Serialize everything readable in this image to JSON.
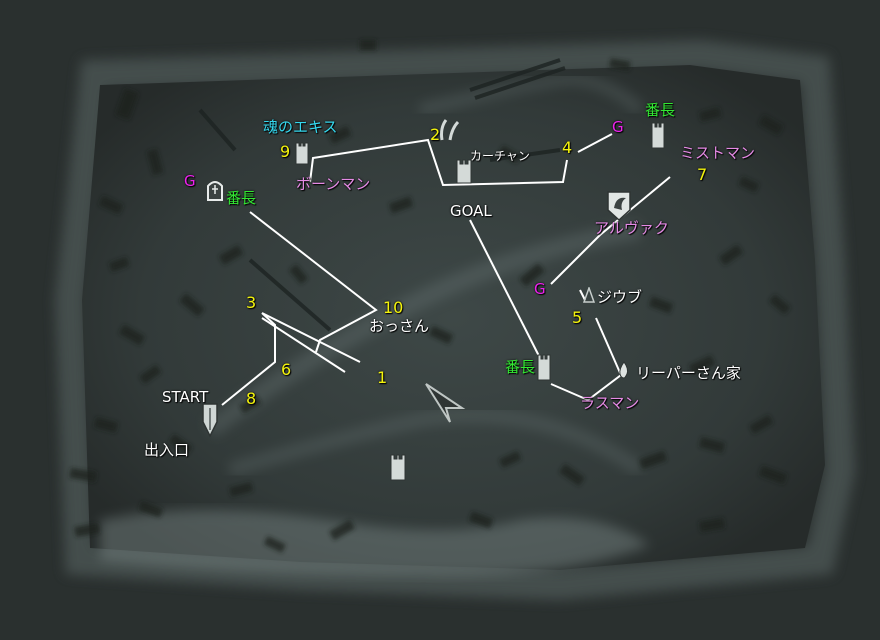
{
  "colors": {
    "route_line": "#ffffff",
    "step_number": "#f4f40c",
    "boss_label": "#e58ae5",
    "banchou_label": "#33e833",
    "item_label": "#35d8ee",
    "g_marker": "#ee22ee",
    "place_label": "#ffffff"
  },
  "labels": {
    "start": "START",
    "entrance": "出入口",
    "goal": "GOAL",
    "ossan": "おっさん",
    "karchan": "カーチャン",
    "jiubu": "ジウブ",
    "reaper_house": "リーパーさん家",
    "soul_essence": "魂のエキス",
    "boneman": "ボーンマン",
    "mistman": "ミストマン",
    "aruvak": "アルヴァク",
    "rasman": "ラスマン",
    "banchou": "番長",
    "g": "G"
  },
  "steps": [
    "1",
    "2",
    "3",
    "4",
    "5",
    "6",
    "7",
    "8",
    "9",
    "10"
  ],
  "icons": [
    "shield-icon",
    "tower-icon",
    "tombstone-icon",
    "horn-icon",
    "dragon-head-icon",
    "flame-icon",
    "arrow-cursor-icon"
  ]
}
